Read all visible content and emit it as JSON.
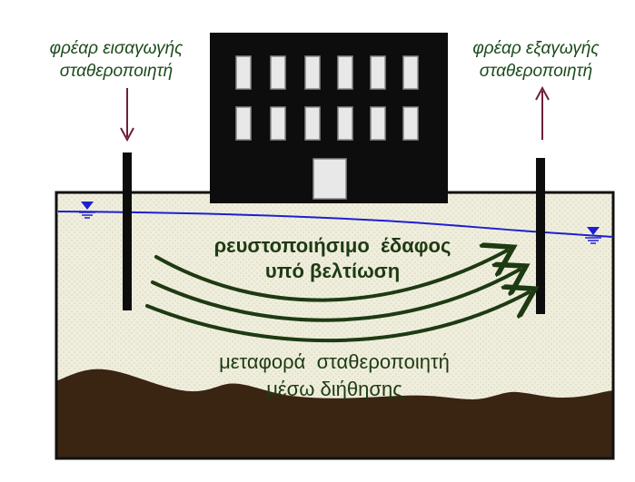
{
  "labels": {
    "injection_well_line1": "φρέαρ εισαγωγής",
    "injection_well_line2": "σταθεροποιητή",
    "extraction_well_line1": "φρέαρ εξαγωγής",
    "extraction_well_line2": "σταθεροποιητή",
    "soil_line1": "ρευστοποιήσιμο  έδαφος",
    "soil_line2": "υπό βελτίωση",
    "transport_line1": "μεταφορά  σταθεροποιητή",
    "transport_line2": "μέσω διήθησης"
  },
  "colors": {
    "label_green": "#1b4a1b",
    "flow_arrow": "#1e3a12",
    "soil_fill": "#efeedd",
    "bedrock": "#3a2412",
    "water_table": "#1f1fd0",
    "arrow_maroon": "#6e1f3c",
    "building": "#0d0d0d",
    "window": "#e8e8e8"
  },
  "icons": [
    "water-level-marker-icon",
    "down-arrow-icon",
    "up-arrow-icon"
  ]
}
